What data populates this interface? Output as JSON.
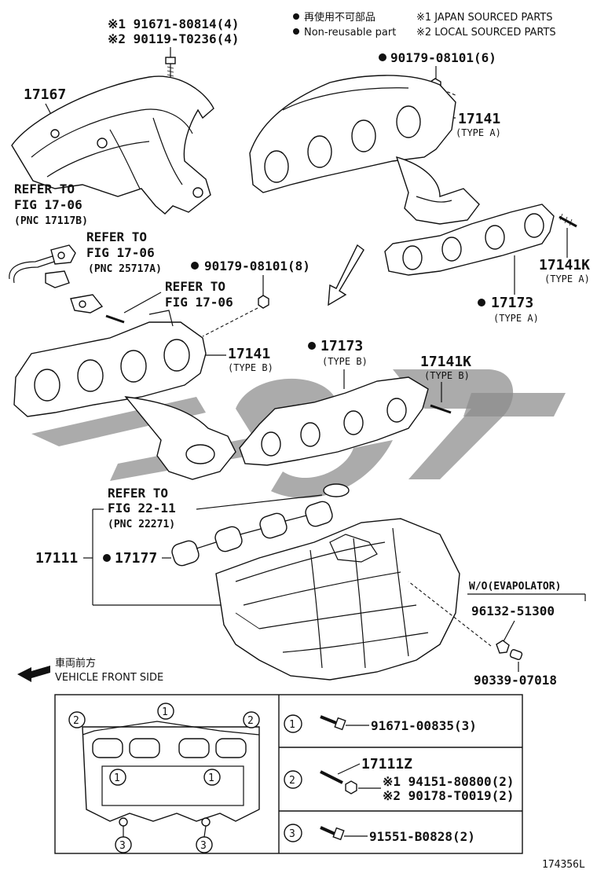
{
  "legend": {
    "nonreusable_jp": "再使用不可部品",
    "nonreusable_en": "Non-reusable part",
    "japan_sourced": "※1 JAPAN SOURCED PARTS",
    "local_sourced": "※2 LOCAL SOURCED PARTS"
  },
  "parts": {
    "bolt_top_1": "※1 91671-80814(4)",
    "bolt_top_2": "※2 90119-T0236(4)",
    "insulator": "17167",
    "nut_top": "90179-08101(6)",
    "manifold_a": "17141",
    "manifold_a_type": "(TYPE A)",
    "stud_a": "17141K",
    "stud_a_type": "(TYPE A)",
    "gasket_a": "17173",
    "gasket_a_type": "(TYPE A)",
    "nut_mid": "90179-08101(8)",
    "manifold_b": "17141",
    "manifold_b_type": "(TYPE B)",
    "gasket_b": "17173",
    "gasket_b_type": "(TYPE B)",
    "stud_b": "17141K",
    "stud_b_type": "(TYPE B)",
    "intake_manifold": "17111",
    "intake_gasket": "17177",
    "wo_evap": "W/O(EVAPOLATOR)",
    "part_96132": "96132-51300",
    "part_90339": "90339-07018"
  },
  "refs": {
    "ref1_a": "REFER TO",
    "ref1_b": "FIG 17-06",
    "ref1_c": "(PNC 17117B)",
    "ref2_a": "REFER TO",
    "ref2_b": "FIG 17-06",
    "ref2_c": "(PNC 25717A)",
    "ref3_a": "REFER TO",
    "ref3_b": "FIG 17-06",
    "ref4_a": "REFER TO",
    "ref4_b": "FIG 22-11",
    "ref4_c": "(PNC 22271)"
  },
  "direction": {
    "jp": "車両前方",
    "en": "VEHICLE FRONT SIDE"
  },
  "fastener_table": {
    "marks": [
      "1",
      "2",
      "3"
    ],
    "row1_part": "91671-00835(3)",
    "row2_header": "17111Z",
    "row2_part1": "※1 94151-80800(2)",
    "row2_part2": "※2 90178-T0019(2)",
    "row3_part": "91551-B0828(2)"
  },
  "figure_code": "174356L"
}
